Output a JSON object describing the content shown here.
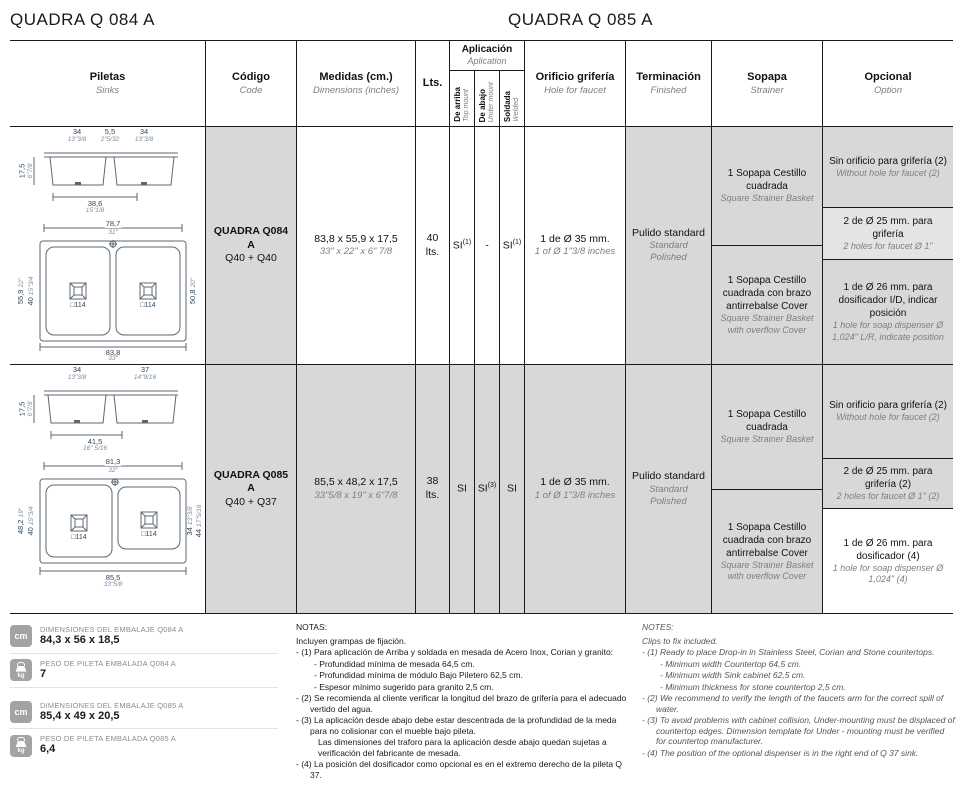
{
  "titles": {
    "left": "QUADRA Q 084 A",
    "right": "QUADRA Q 085 A"
  },
  "header": {
    "sinks_es": "Piletas",
    "sinks_en": "Sinks",
    "code_es": "Código",
    "code_en": "Code",
    "dims_es": "Medidas (cm.)",
    "dims_en": "Dimensions (inches)",
    "liters": "Lts.",
    "app_es": "Aplicación",
    "app_en": "Aplication",
    "app_top_es": "De arriba",
    "app_top_en": "Top mount",
    "app_under_es": "De abajo",
    "app_under_en": "Under mount",
    "app_weld_es": "Soldada",
    "app_weld_en": "Welded",
    "hole_es": "Orificio grifería",
    "hole_en": "Hole for faucet",
    "finish_es": "Terminación",
    "finish_en": "Finished",
    "strainer_es": "Sopapa",
    "strainer_en": "Strainer",
    "option_es": "Opcional",
    "option_en": "Option"
  },
  "rows": [
    {
      "code": "QUADRA Q084 A",
      "code_sub": "Q40 + Q40",
      "dims_cm": "83,8 x 55,9 x 17,5",
      "dims_in": "33\" x 22\" x 6\" 7/8",
      "liters": "40 lts.",
      "app_top": "SI",
      "app_top_sup": "(1)",
      "app_under": "-",
      "app_under_sup": "",
      "app_weld": "SI",
      "app_weld_sup": "(1)",
      "hole_es": "1 de Ø 35 mm.",
      "hole_en": "1 of Ø 1\"3/8 inches",
      "finish_es": "Pulido standard",
      "finish_en": "Standard Polished",
      "strainer1_es": "1 Sopapa Cestillo cuadrada",
      "strainer1_en": "Square Strainer Basket",
      "strainer2_es": "1 Sopapa Cestillo cuadrada con brazo antirrebalse Cover",
      "strainer2_en": "Square Strainer Basket with overflow Cover",
      "opt1_es": "Sin orificio para grifería (2)",
      "opt1_en": "Without hole for faucet (2)",
      "opt2_es": "2 de Ø 25 mm. para grifería",
      "opt2_en": "2 holes for faucet Ø 1\"",
      "opt3_es": "1 de Ø 26 mm. para dosificador I/D, indicar posición",
      "opt3_en": "1 hole for soap dispenser Ø 1,024\" L/R, indicate position"
    },
    {
      "code": "QUADRA Q085 A",
      "code_sub": "Q40 + Q37",
      "dims_cm": "85,5 x 48,2 x 17,5",
      "dims_in": "33\"5/8 x 19\" x 6\"7/8",
      "liters": "38 lts.",
      "app_top": "SI",
      "app_top_sup": "",
      "app_under": "SI",
      "app_under_sup": "(3)",
      "app_weld": "SI",
      "app_weld_sup": "",
      "hole_es": "1 de Ø 35 mm.",
      "hole_en": "1 of Ø 1\"3/8 inches",
      "finish_es": "Pulido standard",
      "finish_en": "Standard Polished",
      "strainer1_es": "1 Sopapa Cestillo cuadrada",
      "strainer1_en": "Square Strainer Basket",
      "strainer2_es": "1 Sopapa Cestillo cuadrada con brazo antirrebalse Cover",
      "strainer2_en": "Square Strainer Basket with overflow Cover",
      "opt1_es": "Sin orificio para grifería (2)",
      "opt1_en": "Without hole for faucet (2)",
      "opt2_es": "2 de Ø 25 mm. para grifería (2)",
      "opt2_en": "2 holes for faucet Ø 1\" (2)",
      "opt3_es": "1 de Ø 26 mm. para dosificador (4)",
      "opt3_en": "1 hole for soap dispenser Ø 1,024\" (4)"
    }
  ],
  "drawings": {
    "q084": {
      "sec_d1": "34",
      "sec_d1i": "13\"3/8",
      "sec_d2": "5,5",
      "sec_d2i": "2\"5/32",
      "sec_d3": "34",
      "sec_d3i": "13\"3/8",
      "sec_depth": "17,5",
      "sec_depthi": "6\"7/8",
      "sec_b": "38,6",
      "sec_bi": "15\"1/8",
      "plan_t": "78,7",
      "plan_ti": "31\"",
      "plan_b": "83,8",
      "plan_bi": "33\"",
      "plan_l1": "55,9",
      "plan_l1i": "22\"",
      "plan_l2": "40",
      "plan_l2i": "15\"3/4",
      "plan_r1": "50,8",
      "plan_r1i": "20\"",
      "drain": "□114"
    },
    "q085": {
      "sec_d1": "34",
      "sec_d1i": "13\"3/8",
      "sec_d2": "37",
      "sec_d2i": "14\"9/16",
      "sec_depth": "17,5",
      "sec_depthi": "6\"7/8",
      "sec_b": "41,5",
      "sec_bi": "16\" 5/16",
      "plan_t": "81,3",
      "plan_ti": "32\"",
      "plan_b": "85,5",
      "plan_bi": "33\"5/8",
      "plan_l1": "48,2",
      "plan_l1i": "19\"",
      "plan_l2": "40",
      "plan_l2i": "15\"3/4",
      "plan_r1": "34",
      "plan_r1i": "13\"3/8",
      "plan_r2": "44",
      "plan_r2i": "17\"5/16",
      "drain": "□114"
    }
  },
  "packaging": {
    "items": [
      {
        "icon": "cm",
        "label": "DIMENSIONES DEL EMBALAJE Q084 A",
        "value": "84,3 x 56 x 18,5"
      },
      {
        "icon": "kg",
        "label": "PESO DE PILETA EMBALADA Q084 A",
        "value": "7"
      },
      {
        "icon": "cm",
        "label": "DIMENSIONES DEL EMBALAJE Q085 A",
        "value": "85,4 x 49 x 20,5"
      },
      {
        "icon": "kg",
        "label": "PESO DE PILETA EMBALADA Q085 A",
        "value": "6,4"
      }
    ]
  },
  "notes_es": {
    "title": "NOTAS:",
    "lines": [
      "Incluyen grampas de fijación.",
      "- (1) Para aplicación de Arriba y soldada en mesada de Acero Inox, Corian y granito:",
      "- Profundidad mínima de mesada 64,5 cm.",
      "- Profundidad mínima de módulo Bajo Piletero 62,5 cm.",
      "- Espesor mínimo sugerido para granito 2,5 cm.",
      "- (2) Se recomienda al cliente verificar la longitud del brazo de grifería para el adecuado vertido del agua.",
      "- (3) La aplicación desde abajo debe estar descentrada de la profundidad de la meda para no colisionar con el mueble bajo pileta.",
      "Las dimensiones del traforo para la aplicación desde abajo quedan sujetas a verificación del fabricante de mesada.",
      "- (4) La posición del dosificador como opcional es en el extremo derecho de la pileta Q 37."
    ]
  },
  "notes_en": {
    "title": "NOTES:",
    "lines": [
      "Clips to fix included.",
      "- (1) Ready to place Drop-in in Stainless Steel, Corian and Stone countertops.",
      "- Minimum width Countertop 64,5 cm.",
      "- Minimum width Sink cabinet 62,5 cm.",
      "- Minimum thickness for stone countertop 2,5 cm.",
      "- (2) We recommend to verify the length of the faucets arm for the correct spill of water.",
      "- (3) To avoid problems with cabinet collision, Under-mounting must be displaced of countertop edges. Dimension template for Under - mounting must be verified for countertop manufacturer.",
      "- (4) The position of the optional dispenser is in the right end of Q 37 sink."
    ]
  }
}
